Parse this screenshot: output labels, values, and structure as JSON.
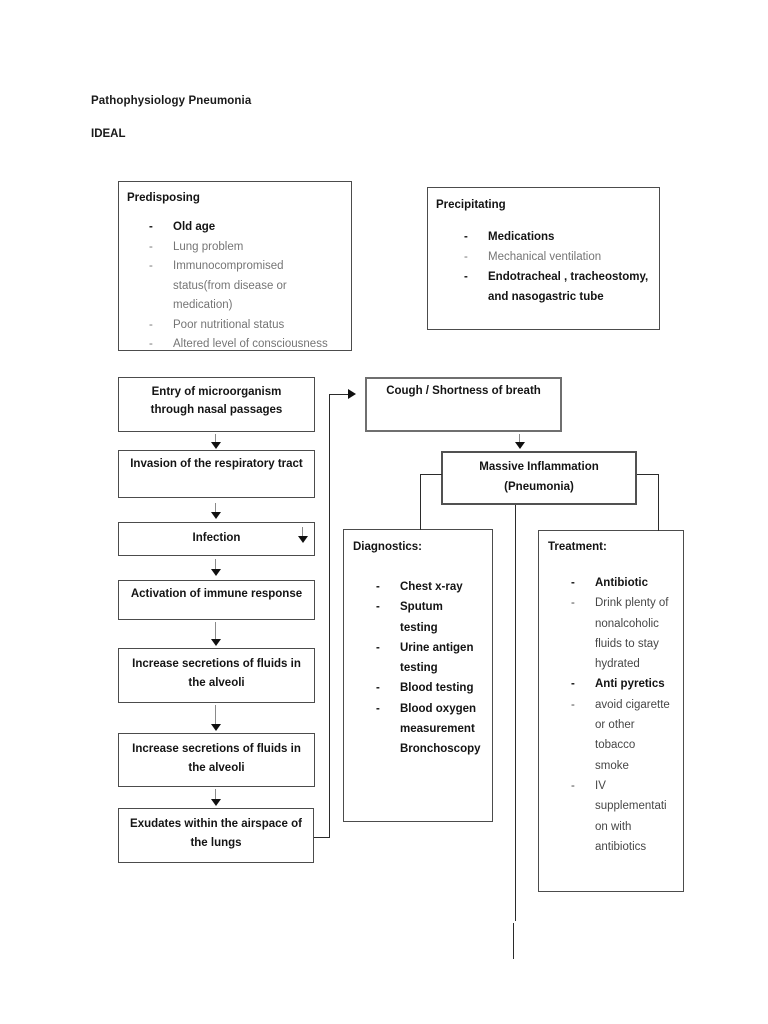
{
  "colors": {
    "background": "#ffffff",
    "text": "#1a1a1a",
    "muted_text": "#757575",
    "secondary_text": "#474747",
    "box_border": "#4c4c4c",
    "connector": "#2b2b2b"
  },
  "list_marker": "-",
  "header": {
    "title": "Pathophysiology Pneumonia",
    "subtitle": "IDEAL"
  },
  "predisposing": {
    "heading": "Predisposing",
    "items": [
      {
        "text": "Old age",
        "emphasis": "bold"
      },
      {
        "text": "Lung problem",
        "emphasis": "muted"
      },
      {
        "text": "Immunocompromised\nstatus(from disease or\nmedication)",
        "emphasis": "muted"
      },
      {
        "text": "Poor nutritional status",
        "emphasis": "muted"
      },
      {
        "text": "Altered level of consciousness",
        "emphasis": "muted"
      }
    ]
  },
  "precipitating": {
    "heading": "Precipitating",
    "items": [
      {
        "text": "Medications",
        "emphasis": "bold"
      },
      {
        "text": "Mechanical ventilation",
        "emphasis": "muted"
      },
      {
        "text": "Endotracheal , tracheostomy,\nand nasogastric tube",
        "emphasis": "bold"
      }
    ]
  },
  "flow": {
    "entry": "Entry of microorganism\nthrough nasal passages",
    "invasion": "Invasion of the respiratory tract",
    "infection": "Infection",
    "activation": "Activation of immune response",
    "secretions_1": "Increase secretions of fluids in\nthe alveoli",
    "secretions_2": "Increase secretions of fluids in\nthe alveoli",
    "exudates": "Exudates within the airspace of\nthe lungs",
    "cough": "Cough / Shortness of breath",
    "massive_inflammation": "Massive Inflammation\n(Pneumonia)"
  },
  "diagnostics": {
    "heading": "Diagnostics:",
    "items": [
      {
        "text": "Chest x-ray",
        "emphasis": "bold"
      },
      {
        "text": "Sputum\ntesting",
        "emphasis": "bold"
      },
      {
        "text": "Urine antigen\ntesting",
        "emphasis": "bold"
      },
      {
        "text": "Blood testing",
        "emphasis": "bold"
      },
      {
        "text": "Blood oxygen\nmeasurement\nBronchoscopy",
        "emphasis": "bold"
      }
    ]
  },
  "treatment": {
    "heading": "Treatment:",
    "items": [
      {
        "text": "Antibiotic",
        "emphasis": "bold"
      },
      {
        "text": "Drink plenty of\nnonalcoholic\nfluids to stay\nhydrated",
        "emphasis": "regular"
      },
      {
        "text": "Anti pyretics",
        "emphasis": "bold"
      },
      {
        "text": "avoid cigarette\nor other\ntobacco\nsmoke",
        "emphasis": "regular"
      },
      {
        "text": "IV\nsupplementati\non with\nantibiotics",
        "emphasis": "regular"
      }
    ]
  }
}
